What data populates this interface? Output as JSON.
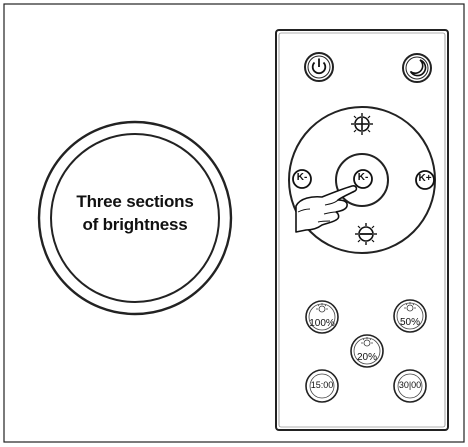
{
  "center_label": {
    "line1": "Three sections",
    "line2": "of brightness"
  },
  "remote": {
    "power_icon": "power-icon",
    "sleep_icon": "moon-icon",
    "brightness_up_icon": "sun-plus-icon",
    "brightness_down_icon": "sun-minus-icon",
    "buttons": {
      "k_left": "K-",
      "k_center": "K-",
      "k_right": "K+",
      "preset_100": "100%",
      "preset_50": "50%",
      "preset_20": "20%",
      "timer_15": "15:00",
      "timer_30": "30|00"
    }
  }
}
